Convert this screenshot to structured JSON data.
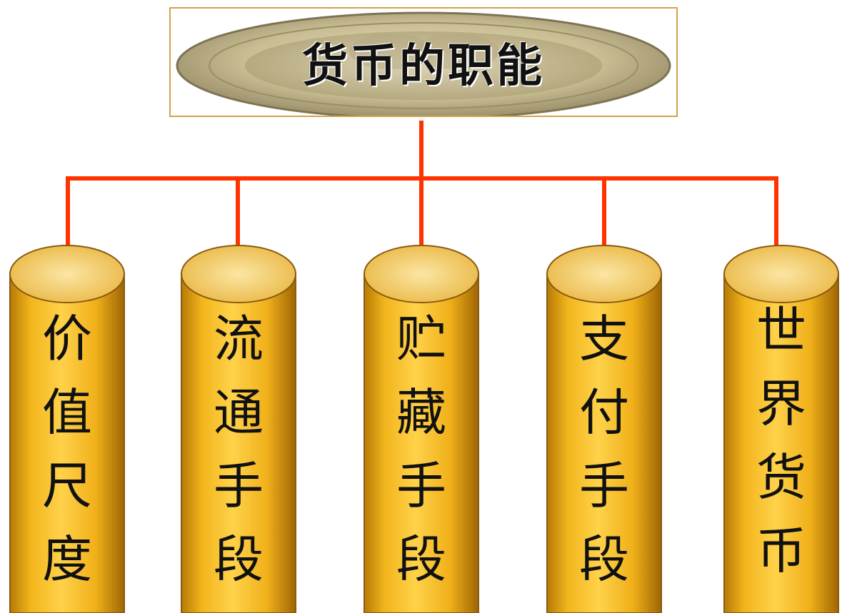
{
  "title": "货币的职能",
  "colors": {
    "connector": "#ff3300",
    "cylinder_main": "#f0b41c",
    "cylinder_dark": "#a86d05",
    "cylinder_light": "#ffe27a",
    "cylinder_top": "#f7d77a",
    "title_border": "#d4a24a"
  },
  "functions": [
    {
      "chars": [
        "价",
        "值",
        "尺",
        "度"
      ]
    },
    {
      "chars": [
        "流",
        "通",
        "手",
        "段"
      ]
    },
    {
      "chars": [
        "贮",
        "藏",
        "手",
        "段"
      ]
    },
    {
      "chars": [
        "支",
        "付",
        "手",
        "段"
      ]
    },
    {
      "chars": [
        "世",
        "界",
        "货",
        "币"
      ]
    }
  ]
}
